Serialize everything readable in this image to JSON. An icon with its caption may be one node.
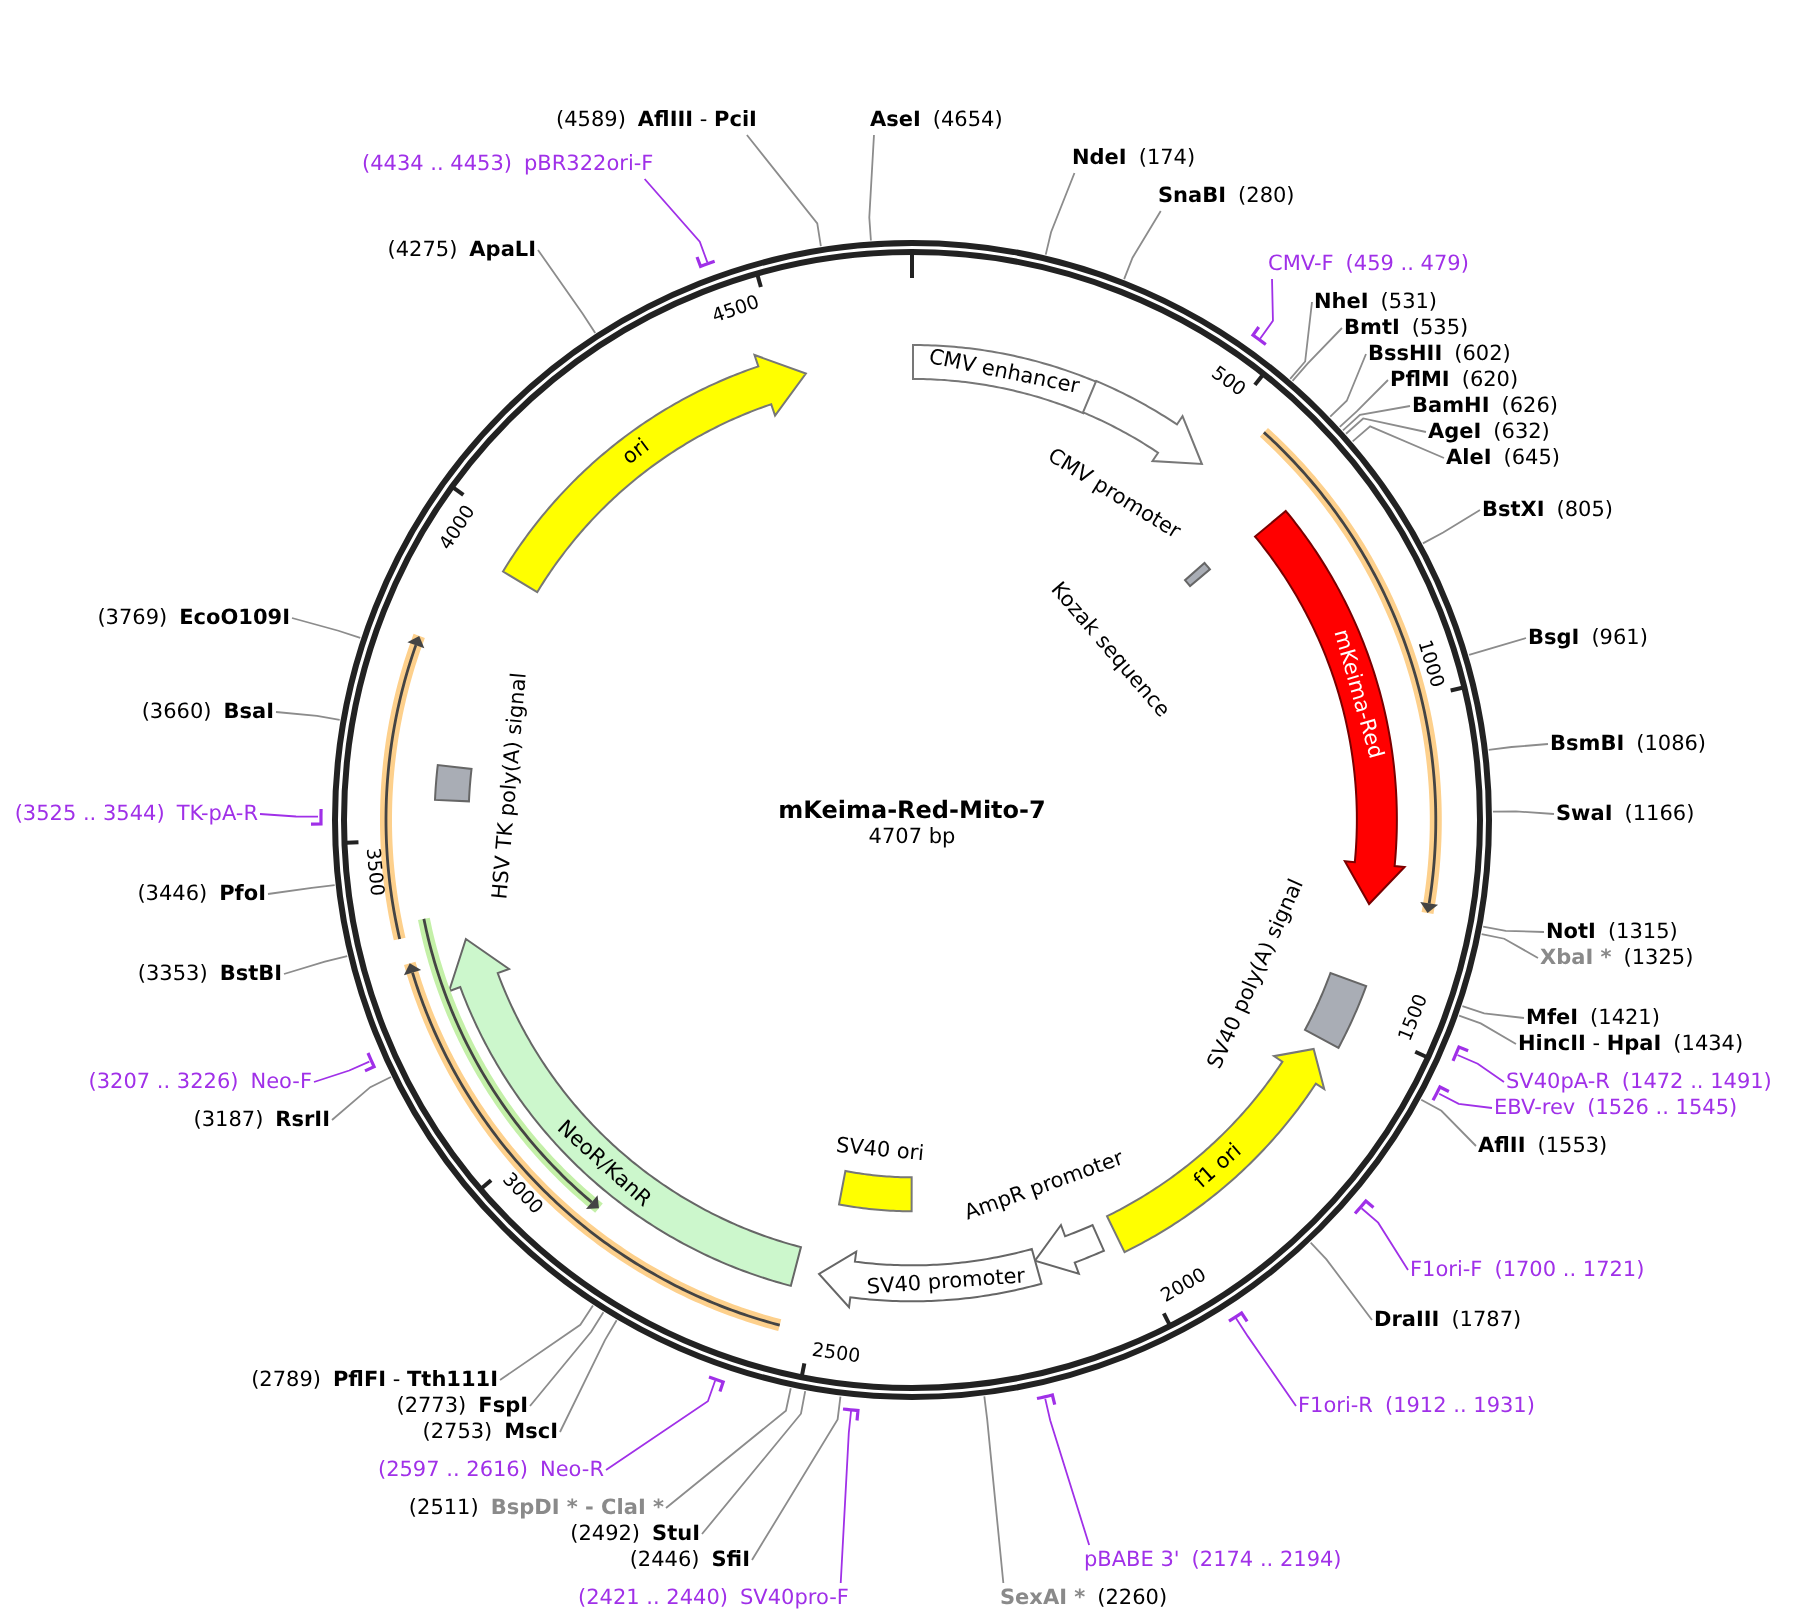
{
  "diagram": {
    "nodes": [
      {
        "text": [
          "(4589)",
          "**AflIII** - **PciI**"
        ]
      },
      {
        "text": [
          "AseI",
          "(4654)"
        ]
      },
      {
        "text": [
          "NdeI",
          "(174)"
        ]
      },
      {
        "text": [
          "(4434 .. 4453)",
          "pBR322ori-F"
        ]
      },
      {
        "text": [],
        "shape": "bar"
      },
      {
        "text": [
          "SnaBI",
          "(280)"
        ]
      },
      {
        "text": [
          "(4275)",
          "ApaLI"
        ]
      },
      {
        "text": [
          "CMV-F",
          "(459 .. 479)"
        ]
      },
      {
        "text": [],
        "shape": "bar"
      },
      {
        "text": [
          "NheI",
          "(531)"
        ]
      },
      {
        "text": [
          "BmtI",
          "(535)"
        ]
      },
      {
        "text": [
          "BssHII",
          "(602)"
        ]
      },
      {
        "text": [
          "PflMI",
          "(620)"
        ]
      },
      {
        "text": [
          "BamHI",
          "(626)"
        ]
      },
      {
        "text": [
          "AgeI",
          "(632)"
        ]
      },
      {
        "text": [
          "AleI",
          "(645)"
        ]
      },
      {
        "text": [
          "BstXI",
          "(805)"
        ]
      },
      {
        "text": [
          "(3769)",
          "EcoO109I"
        ]
      },
      {
        "text": [
          "BsgI",
          "(961)"
        ]
      },
      {
        "text": [
          "(3660)",
          "BsaI"
        ]
      },
      {
        "text": [
          "BsmBI",
          "(1086)"
        ]
      },
      {
        "text": [
          "(3525 .. 3544)",
          "TK-pA-R"
        ]
      },
      {
        "text": [],
        "shape": "bar"
      },
      {
        "text": [
          "SwaI",
          "(1166)"
        ]
      },
      {
        "text": [
          "(3446)",
          "PfoI"
        ]
      },
      {
        "text": [
          "NotI",
          "(1315)"
        ]
      },
      {
        "text": [
          "XbaI *",
          "(1325)"
        ]
      },
      {
        "text": [
          "(3353)",
          "BstBI"
        ]
      },
      {
        "text": [
          "MfeI",
          "(1421)"
        ]
      },
      {
        "text": [
          "**HincII** - **HpaI**",
          "(1434)"
        ]
      },
      {
        "text": [
          "(3207 .. 3226)",
          "Neo-F"
        ]
      },
      {
        "text": [],
        "shape": "bar"
      },
      {
        "text": [
          "SV40pA-R",
          "(1472 .. 1491)"
        ]
      },
      {
        "text": [],
        "shape": "bar"
      },
      {
        "text": [
          "EBV-rev",
          "(1526 .. 1545)"
        ]
      },
      {
        "text": [],
        "shape": "bar"
      },
      {
        "text": [
          "(3187)",
          "RsrII"
        ]
      },
      {
        "text": [
          "AflII",
          "(1553)"
        ]
      },
      {
        "text": [
          "F1ori-F",
          "(1700 .. 1721)"
        ]
      },
      {
        "text": [],
        "shape": "bar"
      },
      {
        "text": [
          "DraIII",
          "(1787)"
        ]
      },
      {
        "text": [
          "(2789)",
          "**PflFI** - **Tth111I**"
        ]
      },
      {
        "text": [
          "(2773)",
          "FspI"
        ]
      },
      {
        "text": [
          "F1ori-R",
          "(1912 .. 1931)"
        ]
      },
      {
        "text": [],
        "shape": "bar"
      },
      {
        "text": [
          "(2753)",
          "MscI"
        ]
      },
      {
        "text": [
          "(2597 .. 2616)",
          "Neo-R"
        ]
      },
      {
        "text": [],
        "shape": "bar"
      },
      {
        "text": [
          "(2511)",
          "BspDI * - ClaI *"
        ]
      },
      {
        "text": [
          "(2492)",
          "StuI"
        ]
      },
      {
        "text": [
          "(2446)",
          "SfiI"
        ]
      },
      {
        "text": [
          "pBABE 3'",
          "(2174 .. 2194)"
        ]
      },
      {
        "text": [],
        "shape": "bar"
      },
      {
        "text": [
          "(2421 .. 2440)",
          "SV40pro-F"
        ]
      },
      {
        "text": [],
        "shape": "bar"
      },
      {
        "text": [
          "SexAI *",
          "(2260)"
        ]
      },
      {
        "text": [],
        "shape": "circle"
      },
      {
        "text": [
          "CMV enhancer"
        ],
        "in": 56
      },
      {
        "text": [
          "CMV promoter"
        ],
        "in": 56
      },
      {
        "text": [
          "Kozak sequence"
        ],
        "in": 56
      },
      {
        "text": [
          "mKeima-Red"
        ],
        "in": 56
      },
      {
        "text": [
          "SV40 poly(A) signal"
        ],
        "in": 56
      },
      {
        "text": [
          "f1 ori"
        ],
        "in": 56
      },
      {
        "text": [
          "AmpR promoter"
        ],
        "in": 56
      },
      {
        "text": [
          "SV40 promoter"
        ],
        "in": 56
      },
      {
        "text": [
          "SV40 ori"
        ],
        "in": 56
      },
      {
        "text": [
          "NeoR/KanR"
        ],
        "in": 56
      },
      {
        "text": [
          "HSV TK poly(A) signal"
        ],
        "in": 56
      },
      {
        "text": [
          "ori"
        ],
        "in": 56
      },
      {
        "text": [],
        "shape": "arrow",
        "in": 56
      },
      {
        "text": [],
        "shape": "arrow",
        "in": 56
      },
      {
        "text": [],
        "shape": "arrow",
        "in": 56
      },
      {
        "text": [],
        "shape": "arrow",
        "in": 56
      }
    ],
    "edges": [
      {
        "from": 0,
        "to": 56,
        "arrow": "none"
      },
      {
        "from": 1,
        "to": 56,
        "arrow": "none"
      },
      {
        "from": 2,
        "to": 56,
        "arrow": "none"
      },
      {
        "from": 3,
        "to": 4,
        "arrow": "none",
        "color": "#a030e8"
      },
      {
        "from": 5,
        "to": 56,
        "arrow": "none"
      },
      {
        "from": 6,
        "to": 56,
        "arrow": "none"
      },
      {
        "from": 7,
        "to": 8,
        "arrow": "none",
        "color": "#a030e8"
      },
      {
        "from": 9,
        "to": 56,
        "arrow": "none"
      },
      {
        "from": 10,
        "to": 56,
        "arrow": "none"
      },
      {
        "from": 11,
        "to": 56,
        "arrow": "none"
      },
      {
        "from": 12,
        "to": 56,
        "arrow": "none"
      },
      {
        "from": 13,
        "to": 56,
        "arrow": "none"
      },
      {
        "from": 14,
        "to": 56,
        "arrow": "none"
      },
      {
        "from": 15,
        "to": 56,
        "arrow": "none"
      },
      {
        "from": 16,
        "to": 56,
        "arrow": "none"
      },
      {
        "from": 17,
        "to": 56,
        "arrow": "none"
      },
      {
        "from": 18,
        "to": 56,
        "arrow": "none"
      },
      {
        "from": 19,
        "to": 56,
        "arrow": "none"
      },
      {
        "from": 20,
        "to": 56,
        "arrow": "none"
      },
      {
        "from": 21,
        "to": 22,
        "arrow": "none",
        "color": "#a030e8"
      },
      {
        "from": 23,
        "to": 56,
        "arrow": "none"
      },
      {
        "from": 24,
        "to": 56,
        "arrow": "none"
      },
      {
        "from": 25,
        "to": 56,
        "arrow": "none"
      },
      {
        "from": 26,
        "to": 56,
        "arrow": "none"
      },
      {
        "from": 27,
        "to": 56,
        "arrow": "none"
      },
      {
        "from": 28,
        "to": 56,
        "arrow": "none"
      },
      {
        "from": 29,
        "to": 56,
        "arrow": "none"
      },
      {
        "from": 30,
        "to": 31,
        "arrow": "none",
        "color": "#a030e8"
      },
      {
        "from": 32,
        "to": 33,
        "arrow": "none",
        "color": "#a030e8"
      },
      {
        "from": 34,
        "to": 35,
        "arrow": "none",
        "color": "#a030e8"
      },
      {
        "from": 36,
        "to": 56,
        "arrow": "none"
      },
      {
        "from": 37,
        "to": 56,
        "arrow": "none"
      },
      {
        "from": 38,
        "to": 39,
        "arrow": "none",
        "color": "#a030e8"
      },
      {
        "from": 40,
        "to": 56,
        "arrow": "none"
      },
      {
        "from": 41,
        "to": 56,
        "arrow": "none"
      },
      {
        "from": 42,
        "to": 56,
        "arrow": "none"
      },
      {
        "from": 43,
        "to": 44,
        "arrow": "none",
        "color": "#a030e8"
      },
      {
        "from": 45,
        "to": 56,
        "arrow": "none"
      },
      {
        "from": 46,
        "to": 47,
        "arrow": "none",
        "color": "#a030e8"
      },
      {
        "from": 48,
        "to": 56,
        "arrow": "none"
      },
      {
        "from": 49,
        "to": 56,
        "arrow": "none"
      },
      {
        "from": 50,
        "to": 56,
        "arrow": "none"
      },
      {
        "from": 51,
        "to": 52,
        "arrow": "none",
        "color": "#a030e8"
      },
      {
        "from": 53,
        "to": 54,
        "arrow": "none",
        "color": "#a030e8"
      },
      {
        "from": 55,
        "to": 56,
        "arrow": "none"
      }
    ],
    "labels": [
      "4500",
      "500",
      "4000",
      "1000",
      "mKeima-Red-Mito-7",
      "4707 bp",
      "3500",
      "1500",
      "3000",
      "2000",
      "2500"
    ]
  }
}
